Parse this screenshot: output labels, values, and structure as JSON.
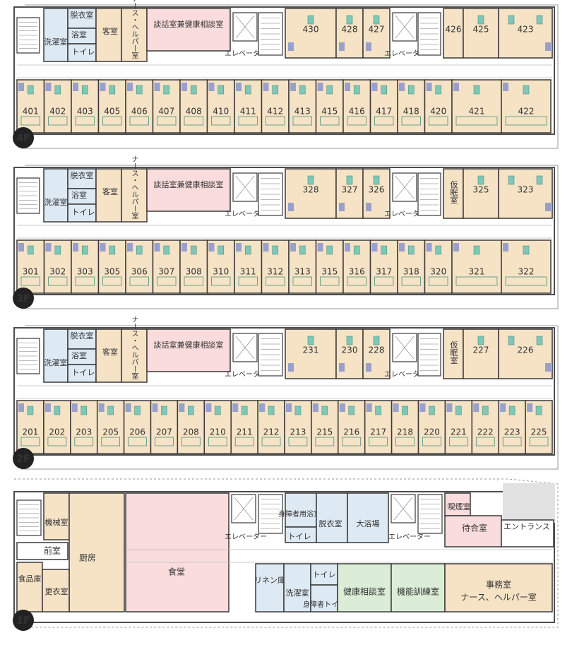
{
  "floors": [
    {
      "badge": "4F",
      "north": [
        {
          "label": "洗濯室",
          "color": "#dde9f3"
        },
        {
          "label": "脱衣室",
          "color": "#dde9f3"
        },
        {
          "label": "浴室",
          "color": "#dde9f3"
        },
        {
          "label": "トイレ",
          "color": "#dde9f3"
        },
        {
          "label": "客室",
          "color": "#f6e3c6"
        },
        {
          "label": "ナース・ヘルパー室",
          "color": "#f6e3c6"
        },
        {
          "label": "談話室兼健康相談室",
          "color": "#fadcdc"
        },
        {
          "label": "エレベーター",
          "color": "#ffffff"
        },
        {
          "label": "430",
          "color": "#f6e3c6"
        },
        {
          "label": "428",
          "color": "#f6e3c6"
        },
        {
          "label": "427",
          "color": "#f6e3c6"
        },
        {
          "label": "エレベーター",
          "color": "#ffffff"
        },
        {
          "label": "426",
          "color": "#f6e3c6"
        },
        {
          "label": "425",
          "color": "#f6e3c6"
        },
        {
          "label": "423",
          "color": "#f6e3c6"
        }
      ],
      "south": [
        "401",
        "402",
        "403",
        "405",
        "406",
        "407",
        "408",
        "410",
        "411",
        "412",
        "413",
        "415",
        "416",
        "417",
        "418",
        "420",
        "421",
        "422"
      ]
    },
    {
      "badge": "3F",
      "north": [
        {
          "label": "洗濯室",
          "color": "#dde9f3"
        },
        {
          "label": "脱衣室",
          "color": "#dde9f3"
        },
        {
          "label": "浴室",
          "color": "#dde9f3"
        },
        {
          "label": "トイレ",
          "color": "#dde9f3"
        },
        {
          "label": "客室",
          "color": "#f6e3c6"
        },
        {
          "label": "ナース・ヘルパー室",
          "color": "#f6e3c6"
        },
        {
          "label": "談話室兼健康相談室",
          "color": "#fadcdc"
        },
        {
          "label": "エレベーター",
          "color": "#ffffff"
        },
        {
          "label": "328",
          "color": "#f6e3c6"
        },
        {
          "label": "327",
          "color": "#f6e3c6"
        },
        {
          "label": "326",
          "color": "#f6e3c6"
        },
        {
          "label": "エレベーター",
          "color": "#ffffff"
        },
        {
          "label": "仮眠室",
          "color": "#f6e3c6"
        },
        {
          "label": "325",
          "color": "#f6e3c6"
        },
        {
          "label": "323",
          "color": "#f6e3c6"
        }
      ],
      "south": [
        "301",
        "302",
        "303",
        "305",
        "306",
        "307",
        "308",
        "310",
        "311",
        "312",
        "313",
        "315",
        "316",
        "317",
        "318",
        "320",
        "321",
        "322"
      ]
    },
    {
      "badge": "2F",
      "north": [
        {
          "label": "洗濯室",
          "color": "#dde9f3"
        },
        {
          "label": "脱衣室",
          "color": "#dde9f3"
        },
        {
          "label": "浴室",
          "color": "#dde9f3"
        },
        {
          "label": "トイレ",
          "color": "#dde9f3"
        },
        {
          "label": "客室",
          "color": "#f6e3c6"
        },
        {
          "label": "ナース・ヘルパー室",
          "color": "#f6e3c6"
        },
        {
          "label": "談話室兼健康相談室",
          "color": "#fadcdc"
        },
        {
          "label": "エレベーター",
          "color": "#ffffff"
        },
        {
          "label": "231",
          "color": "#f6e3c6"
        },
        {
          "label": "230",
          "color": "#f6e3c6"
        },
        {
          "label": "228",
          "color": "#f6e3c6"
        },
        {
          "label": "エレベーター",
          "color": "#ffffff"
        },
        {
          "label": "仮眠室",
          "color": "#f6e3c6"
        },
        {
          "label": "227",
          "color": "#f6e3c6"
        },
        {
          "label": "226",
          "color": "#f6e3c6"
        }
      ],
      "south": [
        "201",
        "202",
        "203",
        "205",
        "206",
        "207",
        "208",
        "210",
        "211",
        "212",
        "213",
        "215",
        "216",
        "217",
        "218",
        "220",
        "221",
        "222",
        "223",
        "225"
      ]
    }
  ],
  "ground": {
    "badge": "1F",
    "rooms": [
      {
        "label": "機械室",
        "color": "#f6e3c6"
      },
      {
        "label": "厨房",
        "color": "#f6e3c6"
      },
      {
        "label": "前室",
        "color": "#ffffff"
      },
      {
        "label": "食品庫",
        "color": "#f6e3c6"
      },
      {
        "label": "更衣室",
        "color": "#f6e3c6"
      },
      {
        "label": "食堂",
        "color": "#fadcdc"
      },
      {
        "label": "エレベーター",
        "color": "#ffffff"
      },
      {
        "label": "リネン庫",
        "color": "#dde9f3"
      },
      {
        "label": "身障者用浴室",
        "color": "#dde9f3"
      },
      {
        "label": "トイレ",
        "color": "#dde9f3"
      },
      {
        "label": "脱衣室",
        "color": "#dde9f3"
      },
      {
        "label": "大浴場",
        "color": "#dde9f3"
      },
      {
        "label": "洗濯室",
        "color": "#dde9f3"
      },
      {
        "label": "トイレ",
        "color": "#dde9f3"
      },
      {
        "label": "身障者トイレ",
        "color": "#dde9f3"
      },
      {
        "label": "健康相談室",
        "color": "#dbedd6"
      },
      {
        "label": "機能訓練室",
        "color": "#dbedd6"
      },
      {
        "label": "エレベーター",
        "color": "#ffffff"
      },
      {
        "label": "喫煙室",
        "color": "#fadcdc"
      },
      {
        "label": "待合室",
        "color": "#fadcdc"
      },
      {
        "label": "エントランス",
        "color": "#ffffff"
      },
      {
        "label": "事務室",
        "color": "#f6e3c6"
      },
      {
        "label": "ナース、ヘルパー室",
        "color": "#f6e3c6"
      }
    ]
  },
  "colors": {
    "room": "#f6e3c6",
    "wet": "#dde9f3",
    "lounge": "#fadcdc",
    "green": "#dbedd6",
    "wall": "#3a3a3a",
    "badge": "#222222",
    "window": "#9aa0cc",
    "fixture": "#7fc8b8"
  }
}
